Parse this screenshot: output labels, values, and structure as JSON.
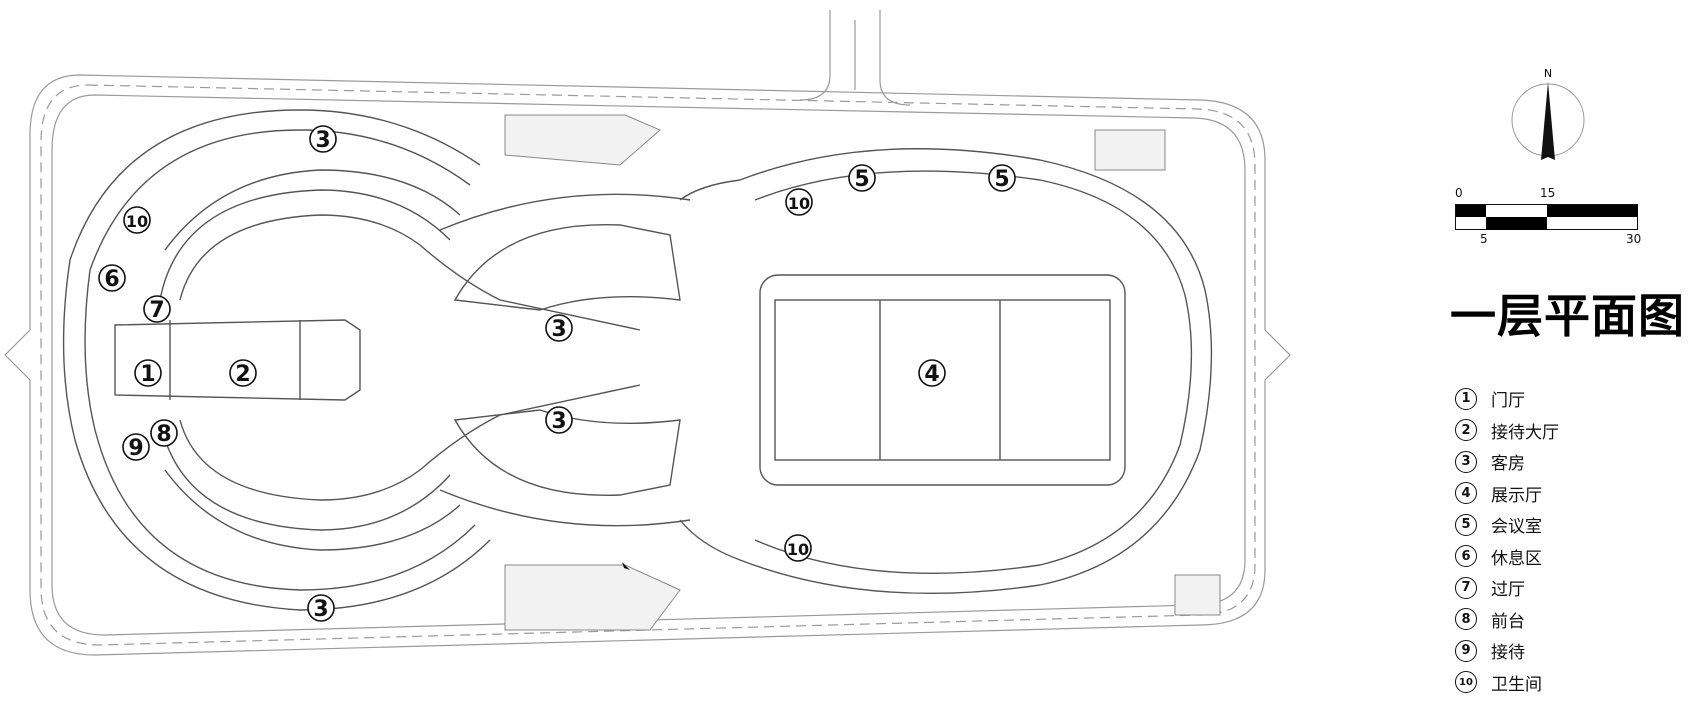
{
  "title": "一层平面图",
  "north_label": "N",
  "scale": {
    "ticks_top": [
      "0",
      "15"
    ],
    "ticks_bottom": [
      "5",
      "30"
    ]
  },
  "room_labels": [
    {
      "num": "1"
    },
    {
      "num": "2"
    },
    {
      "num": "3"
    },
    {
      "num": "3"
    },
    {
      "num": "3"
    },
    {
      "num": "3"
    },
    {
      "num": "4"
    },
    {
      "num": "5"
    },
    {
      "num": "5"
    },
    {
      "num": "6"
    },
    {
      "num": "7"
    },
    {
      "num": "8"
    },
    {
      "num": "9"
    },
    {
      "num": "10"
    },
    {
      "num": "10"
    },
    {
      "num": "10"
    }
  ],
  "legend": [
    {
      "num": "1",
      "text": "门厅"
    },
    {
      "num": "2",
      "text": "接待大厅"
    },
    {
      "num": "3",
      "text": "客房"
    },
    {
      "num": "4",
      "text": "展示厅"
    },
    {
      "num": "5",
      "text": "会议室"
    },
    {
      "num": "6",
      "text": "休息区"
    },
    {
      "num": "7",
      "text": "过厅"
    },
    {
      "num": "8",
      "text": "前台"
    },
    {
      "num": "9",
      "text": "接待"
    },
    {
      "num": "10",
      "text": "卫生间"
    }
  ]
}
